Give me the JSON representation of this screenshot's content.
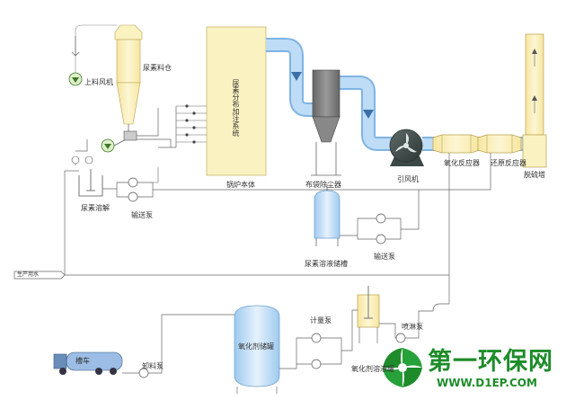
{
  "labels": {
    "blower": "上料风机",
    "urea_silo": "尿素料仓",
    "boiler": "锅炉本体",
    "urea_system": "尿素分布加注系统",
    "dust_collector": "布袋除尘器",
    "id_fan": "引风机",
    "oxidation_reactor": "氧化反应器",
    "reduction_reactor": "还原反应器",
    "chimney": "脱硫塔",
    "urea_dissolve": "尿素溶解",
    "transfer_pump_1": "输送泵",
    "solution_tank": "尿素溶液储槽",
    "transfer_pump_2": "输送泵",
    "factory_water": "生产用水",
    "metering_pump": "计量泵",
    "spray_pump": "喷淋泵",
    "oxidant_tank": "氧化剂储罐",
    "oxidant_mix": "氧化剂溶液罐",
    "tanker": "槽车",
    "unload_pump": "卸料泵"
  },
  "watermark": {
    "title": "第一环保网",
    "url": "WWW.D1EP.COM"
  },
  "colors": {
    "boiler_fill": "#fbf2c2",
    "duct_blue": "#a6cdf1",
    "tank_blue": "#bcdcf5",
    "silo_fill": "#fbf2c2",
    "brand_green": "#1e8c2a"
  }
}
